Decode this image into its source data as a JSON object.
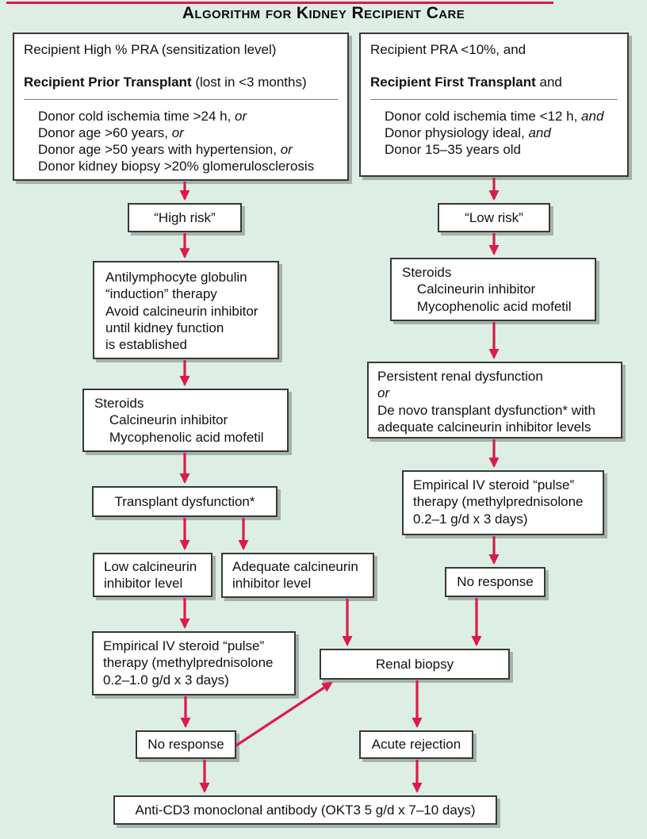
{
  "title": "Algorithm for Kidney Recipient Care",
  "colors": {
    "background": "#ddefe4",
    "arrow": "#dc1a4c",
    "box_border": "#38383a",
    "shadow": "#a6b2a9"
  },
  "nodes": {
    "left_criteria": {
      "line1": "Recipient High % PRA (sensitization level)",
      "line2_bold": "Recipient Prior Transplant",
      "line2_rest": " (lost in <3 months)",
      "items": [
        {
          "text": "Donor cold ischemia time >24 h, ",
          "em": "or"
        },
        {
          "text": "Donor age >60 years, ",
          "em": "or"
        },
        {
          "text": "Donor age >50 years with hypertension, ",
          "em": "or"
        },
        {
          "text": "Donor kidney biopsy >20% glomerulosclerosis",
          "em": ""
        }
      ]
    },
    "right_criteria": {
      "line1": "Recipient PRA <10%, and",
      "line2_bold": "Recipient First Transplant",
      "line2_rest": " and",
      "items": [
        {
          "text": "Donor cold ischemia time <12 h, ",
          "em": "and"
        },
        {
          "text": "Donor physiology ideal, ",
          "em": "and"
        },
        {
          "text": "Donor 15–35 years old",
          "em": ""
        }
      ]
    },
    "high_risk": "“High risk”",
    "low_risk": "“Low risk”",
    "induction": "Antilymphocyte globulin\n“induction” therapy\nAvoid calcineurin inhibitor\nuntil kidney function\nis established",
    "steroids": "Steroids\n    Calcineurin inhibitor\n    Mycophenolic acid mofetil",
    "persistent": {
      "line1": "Persistent renal dysfunction",
      "em": "or",
      "rest": "De novo transplant dysfunction* with\nadequate calcineurin inhibitor levels"
    },
    "transplant_dysfunction": "Transplant dysfunction*",
    "empirical_left": "Empirical IV steroid “pulse”\ntherapy (methylprednisolone\n0.2–1.0 g/d x 3 days)",
    "empirical_right": "Empirical IV steroid “pulse”\ntherapy (methylprednisolone\n0.2–1 g/d x 3 days)",
    "low_cni": "Low calcineurin\ninhibitor level",
    "adequate_cni": "Adequate calcineurin\ninhibitor level",
    "no_response": "No response",
    "renal_biopsy": "Renal biopsy",
    "acute_rejection": "Acute rejection",
    "anti_cd3": "Anti-CD3 monoclonal antibody (OKT3 5 g/d x 7–10 days)"
  }
}
